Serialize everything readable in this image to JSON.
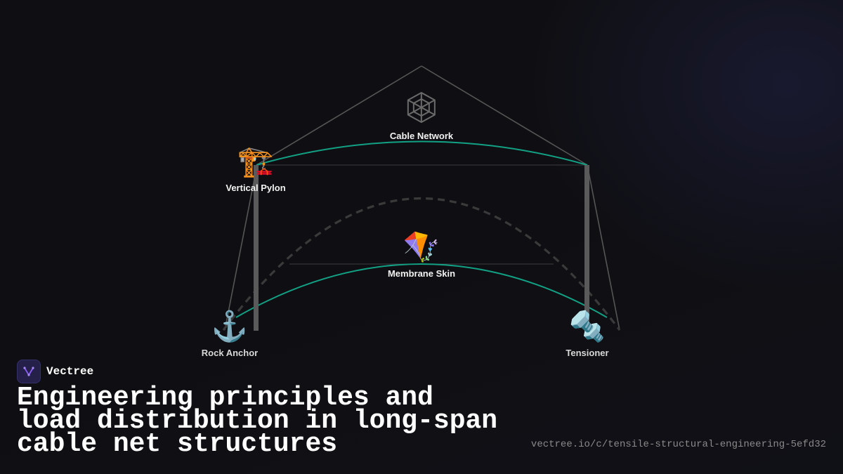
{
  "brand": {
    "name": "Vectree",
    "logo_icon": "vectree-logo-icon",
    "accent_color": "#8b5cf6"
  },
  "headline": "Engineering principles and load distribution in long-span cable net structures",
  "url": "vectree.io/c/tensile-structural-engineering-5efd32",
  "diagram": {
    "colors": {
      "cable": "#12a184",
      "structure": "#555555",
      "dashed": "#3a3a3a",
      "mast": "#5a5a5a"
    },
    "nodes": {
      "cable_network": {
        "label": "Cable Network",
        "icon": "spider-web-icon"
      },
      "vertical_pylon": {
        "label": "Vertical Pylon",
        "icon": "construction-crane-icon",
        "glyph": "🏗️"
      },
      "membrane_skin": {
        "label": "Membrane Skin",
        "icon": "kite-icon",
        "glyph": "🪁"
      },
      "rock_anchor": {
        "label": "Rock Anchor",
        "icon": "anchor-icon",
        "glyph": "⚓"
      },
      "tensioner": {
        "label": "Tensioner",
        "icon": "nut-and-bolt-icon",
        "glyph": "🔩"
      }
    }
  }
}
